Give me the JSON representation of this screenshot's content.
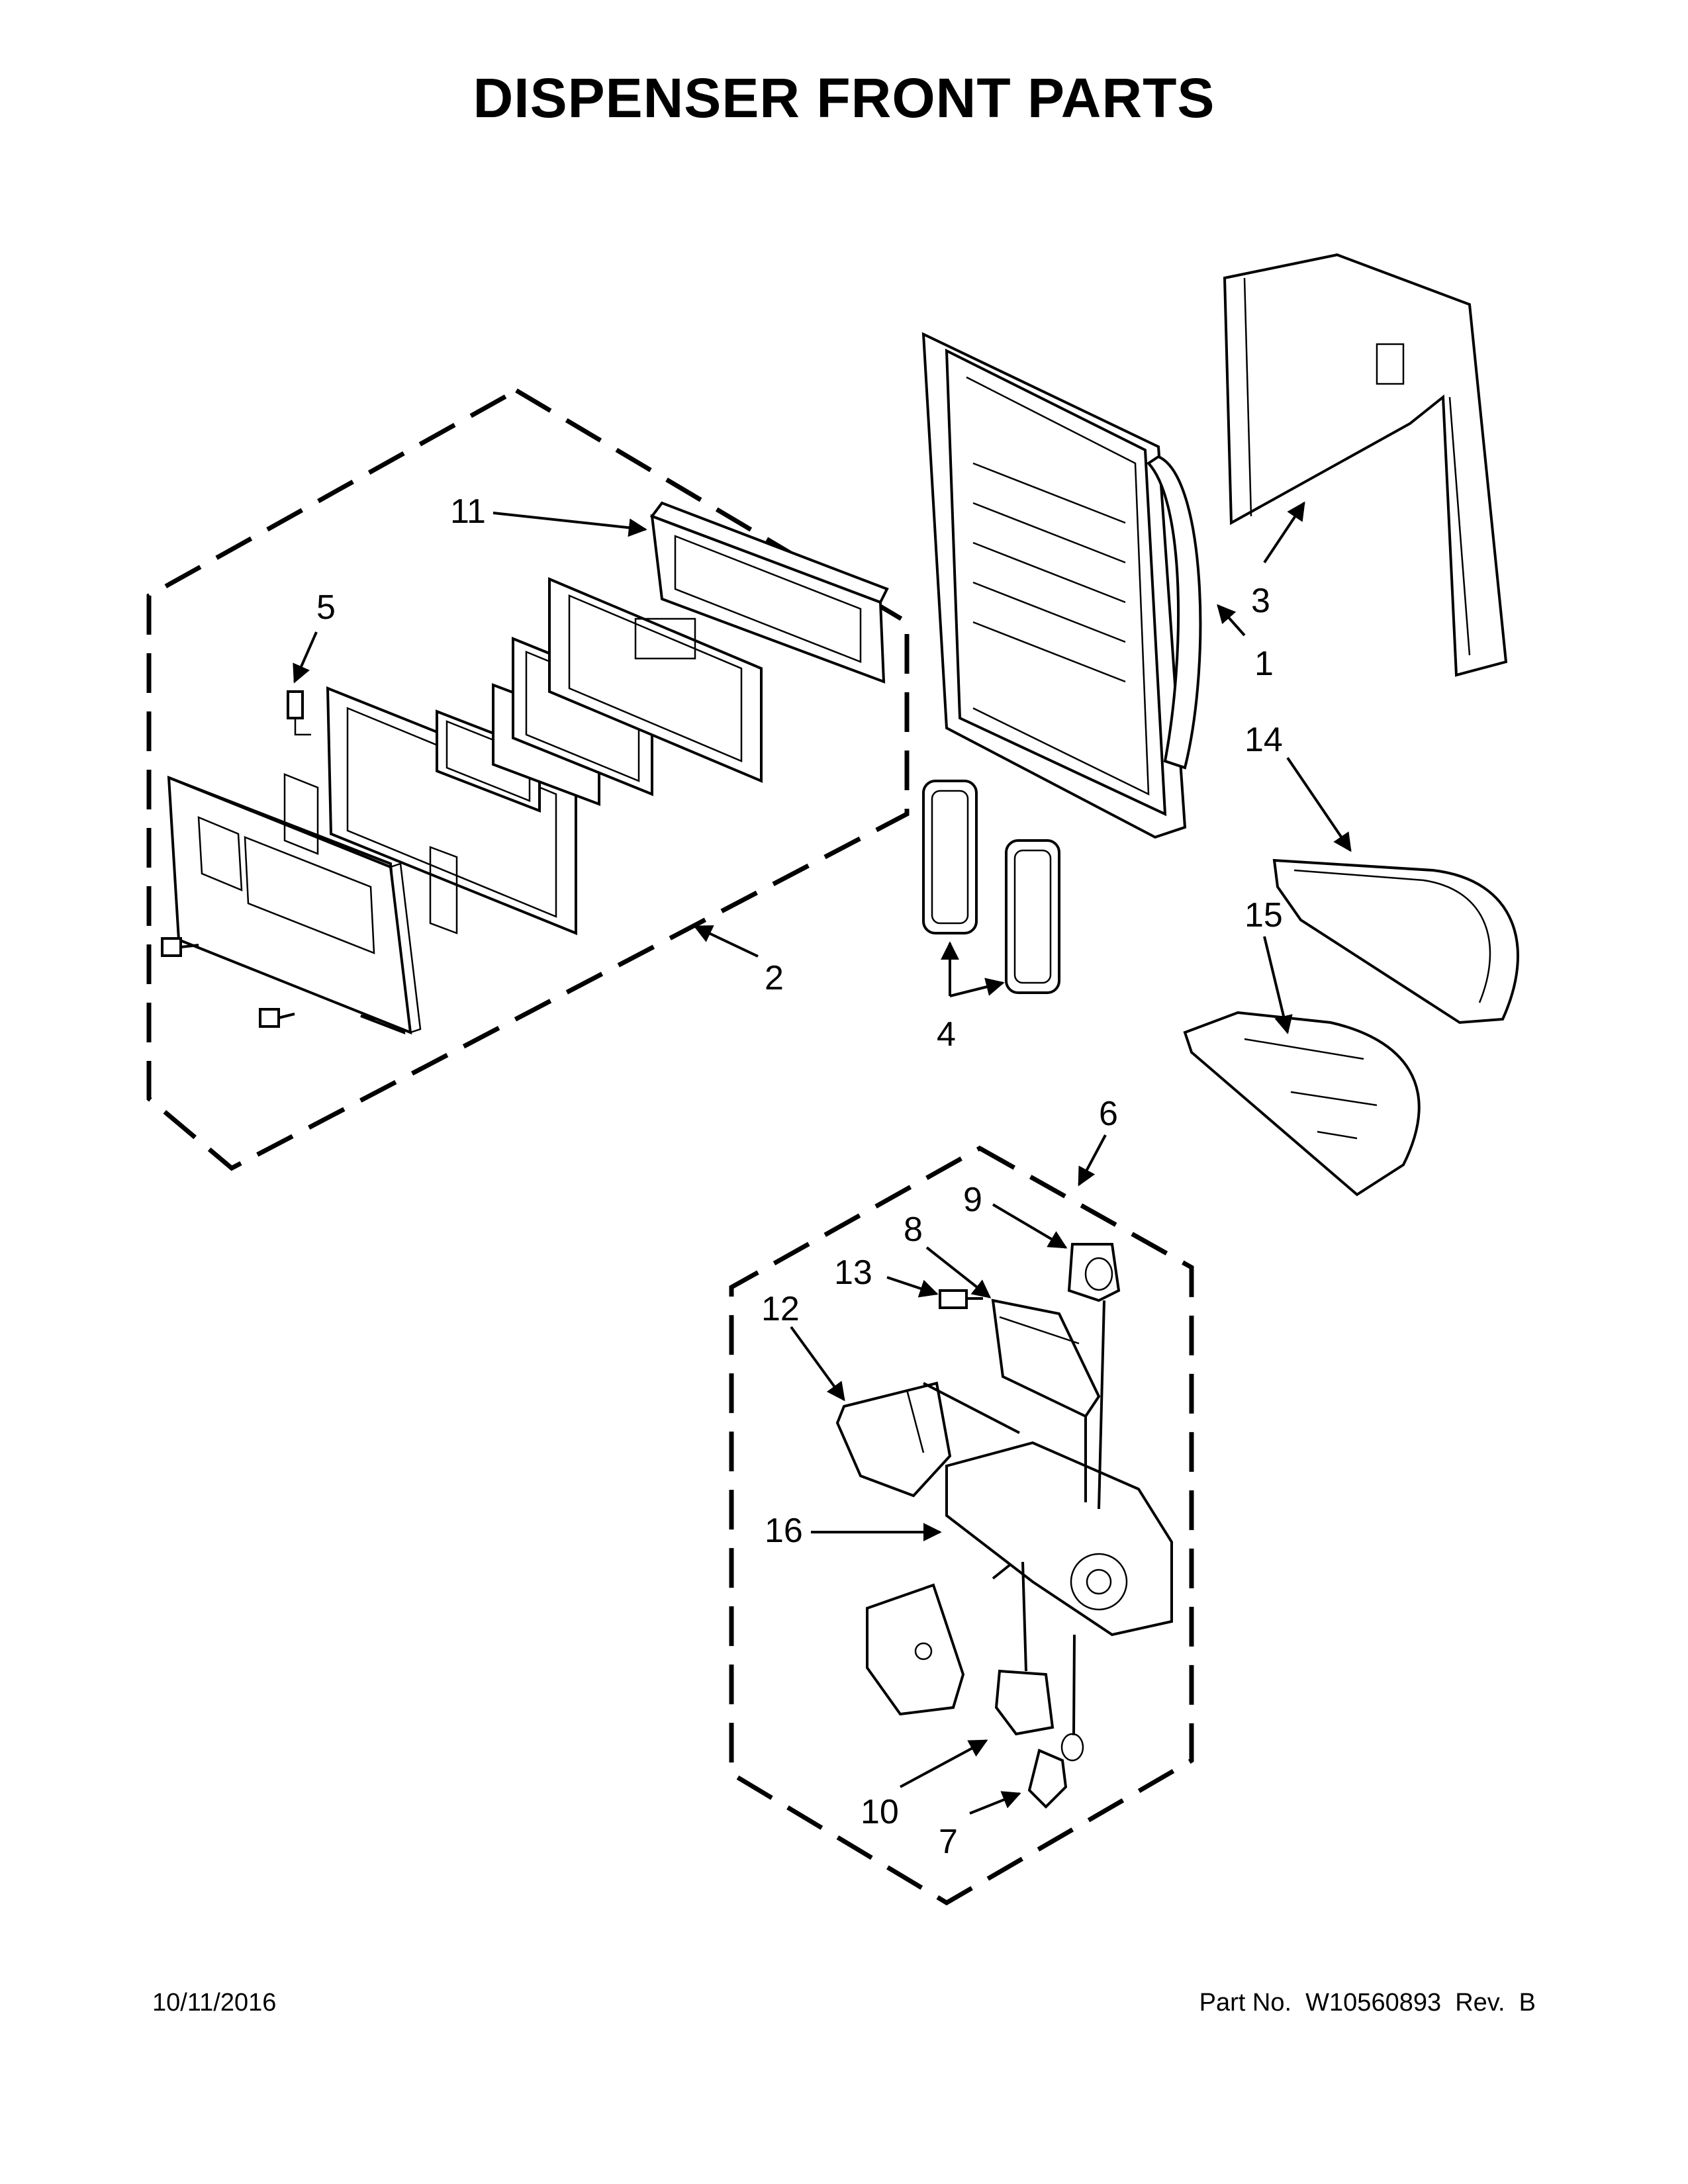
{
  "title": "DISPENSER FRONT PARTS",
  "callouts": [
    {
      "id": "1",
      "label": "1"
    },
    {
      "id": "2",
      "label": "2"
    },
    {
      "id": "3",
      "label": "3"
    },
    {
      "id": "4",
      "label": "4"
    },
    {
      "id": "5",
      "label": "5"
    },
    {
      "id": "6",
      "label": "6"
    },
    {
      "id": "7",
      "label": "7"
    },
    {
      "id": "8",
      "label": "8"
    },
    {
      "id": "9",
      "label": "9"
    },
    {
      "id": "10",
      "label": "10"
    },
    {
      "id": "11",
      "label": "11"
    },
    {
      "id": "12",
      "label": "12"
    },
    {
      "id": "13",
      "label": "13"
    },
    {
      "id": "14",
      "label": "14"
    },
    {
      "id": "15",
      "label": "15"
    },
    {
      "id": "16",
      "label": "16"
    }
  ],
  "footer": {
    "date": "10/11/2016",
    "part_number": "Part No.  W10560893  Rev.  B"
  }
}
